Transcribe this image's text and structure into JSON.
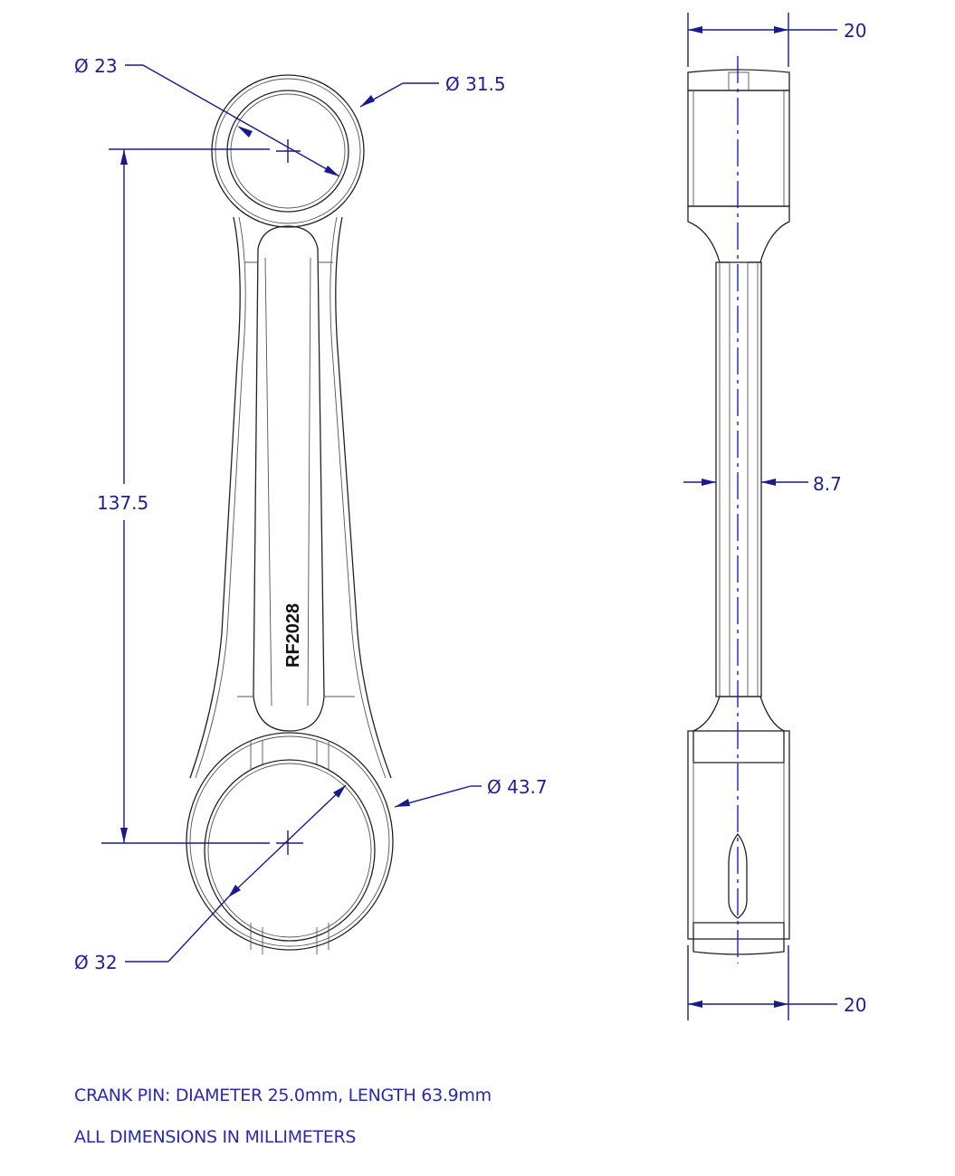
{
  "drawing": {
    "part_number": "RF2028",
    "front_view": {
      "small_end_bore": "Ø 23",
      "small_end_outer": "Ø 31.5",
      "center_distance": "137.5",
      "big_end_outer": "Ø 43.7",
      "big_end_bore": "Ø 32"
    },
    "side_view": {
      "small_end_width": "20",
      "beam_thickness": "8.7",
      "big_end_width": "20"
    },
    "notes": [
      "CRANK PIN:  DIAMETER 25.0mm, LENGTH 63.9mm",
      "ALL DIMENSIONS IN MILLIMETERS"
    ],
    "colors": {
      "dimension": "#1a1a8a",
      "note_text": "#2a2ab0",
      "outline": "#222222",
      "centerline": "#2020c0"
    }
  }
}
